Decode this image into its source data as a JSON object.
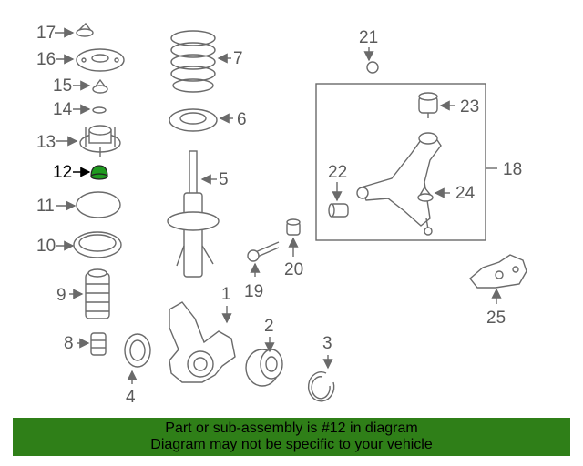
{
  "callouts": {
    "c1": "1",
    "c2": "2",
    "c3": "3",
    "c4": "4",
    "c5": "5",
    "c6": "6",
    "c7": "7",
    "c8": "8",
    "c9": "9",
    "c10": "10",
    "c11": "11",
    "c12": "12",
    "c13": "13",
    "c14": "14",
    "c15": "15",
    "c16": "16",
    "c17": "17",
    "c18": "18",
    "c19": "19",
    "c20": "20",
    "c21": "21",
    "c22": "22",
    "c23": "23",
    "c24": "24",
    "c25": "25"
  },
  "highlight": {
    "part": "12",
    "color": "#1f9a1f"
  },
  "footer": {
    "line1": "Part or sub-assembly is #12 in diagram",
    "line2": "Diagram may not be specific to your vehicle",
    "background": "#2f7f18"
  }
}
